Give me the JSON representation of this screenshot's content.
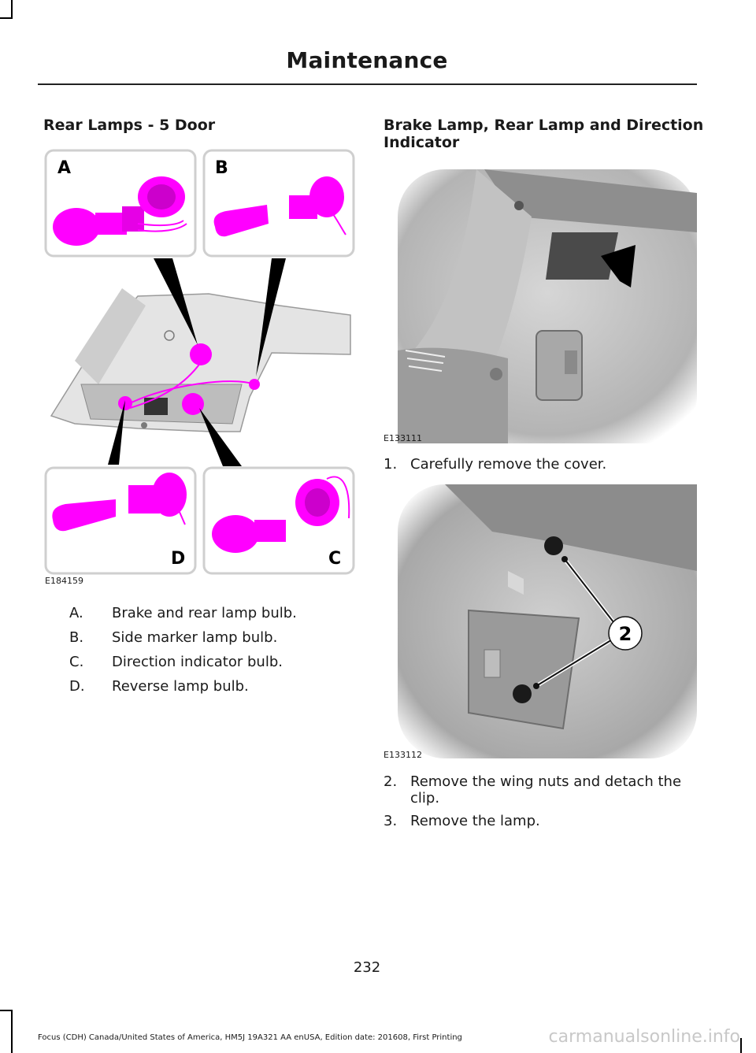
{
  "header": {
    "title": "Maintenance"
  },
  "left": {
    "heading": "Rear Lamps - 5 Door",
    "figure": {
      "code": "E184159",
      "callouts": {
        "a": "A",
        "b": "B",
        "c": "C",
        "d": "D"
      }
    },
    "legend": [
      {
        "key": "A.",
        "text": "Brake and rear lamp bulb."
      },
      {
        "key": "B.",
        "text": "Side marker lamp bulb."
      },
      {
        "key": "C.",
        "text": "Direction indicator bulb."
      },
      {
        "key": "D.",
        "text": "Reverse lamp bulb."
      }
    ]
  },
  "right": {
    "heading_line1": "Brake Lamp, Rear Lamp and Direction",
    "heading_line2": "Indicator",
    "figure1": {
      "code": "E133111"
    },
    "step1": {
      "num": "1.",
      "text": "Carefully remove the cover."
    },
    "figure2": {
      "code": "E133112",
      "callout": "2"
    },
    "step2": {
      "num": "2.",
      "text_line1": "Remove the wing nuts and detach the",
      "text_line2": "clip."
    },
    "step3": {
      "num": "3.",
      "text": "Remove the lamp."
    }
  },
  "page_number": "232",
  "footer": "Focus (CDH) Canada/United States of America, HM5J 19A321 AA enUSA, Edition date: 201608, First Printing",
  "watermark": "carmanualsonline.info",
  "colors": {
    "bulb": "#ff00ff",
    "text": "#1a1a1a"
  }
}
